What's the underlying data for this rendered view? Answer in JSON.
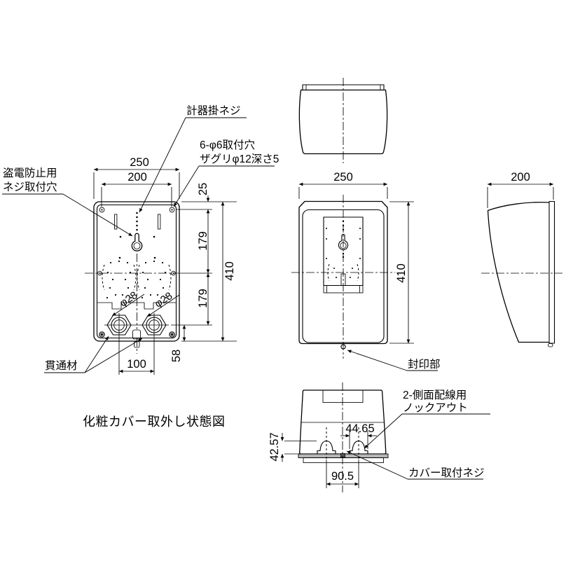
{
  "drawing": {
    "caption": "化粧カバー取外し状態図",
    "labels": {
      "meter_hook_screw": "計器掛ネジ",
      "mount_hole_line1": "6-φ6取付穴",
      "mount_hole_line2": "ザグリφ12深さ5",
      "anti_theft_line1": "盗電防止用",
      "anti_theft_line2": "ネジ取付穴",
      "grommet": "貫通材",
      "seal": "封印部",
      "side_knockout_line1": "2-側面配線用",
      "side_knockout_line2": "ノックアウト",
      "cover_screw": "カバー取付ネジ"
    },
    "base_view": {
      "width": "250",
      "hole_pitch": "200",
      "top_to_hole": "25",
      "upper_pitch": "179",
      "lower_pitch": "179",
      "height": "410",
      "grommet_to_bottom": "58",
      "grommet_pitch": "100",
      "grommet_dia": "φ28"
    },
    "front_view": {
      "width": "250",
      "height": "410"
    },
    "side_view": {
      "depth": "200"
    },
    "bottom_view": {
      "knockout_width": "44.65",
      "knockout_offset": "42.57",
      "knockout_pitch": "90.5"
    },
    "colors": {
      "line": "#000000",
      "background": "#ffffff",
      "shade": "#b6b6b6"
    }
  }
}
